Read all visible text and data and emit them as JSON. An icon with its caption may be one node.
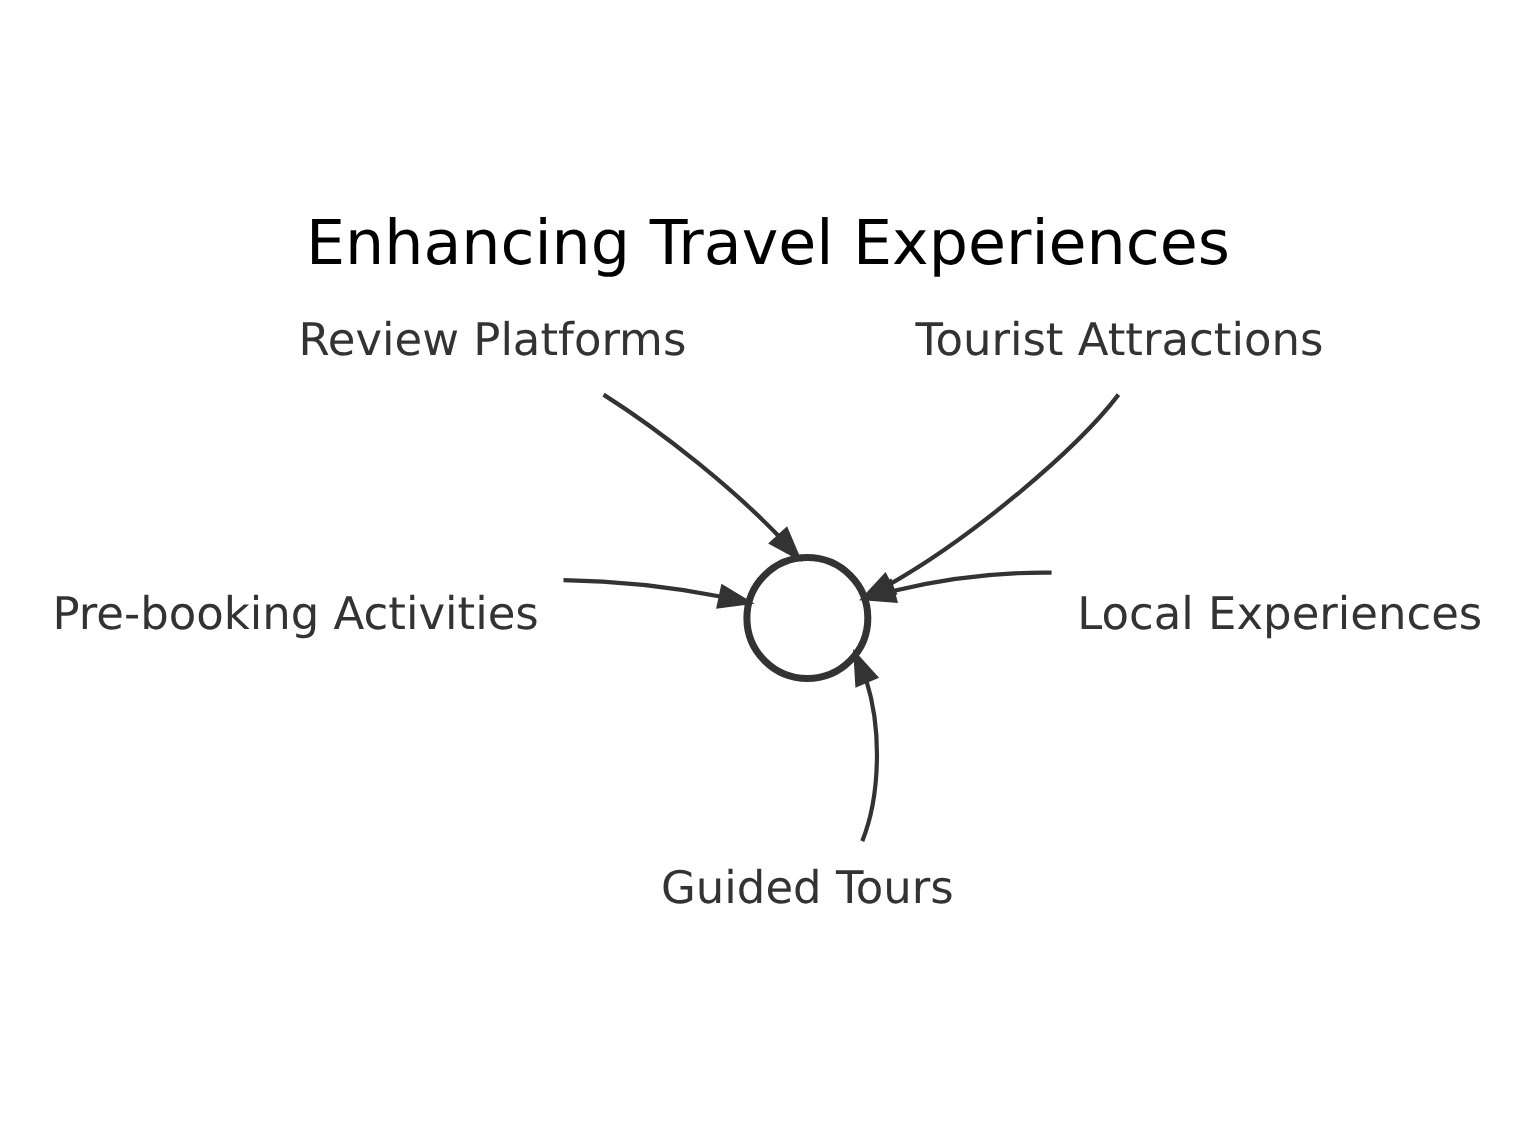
{
  "diagram": {
    "title": "Enhancing Travel Experiences",
    "nodes": [
      {
        "text": [
          "Review Platforms"
        ]
      },
      {
        "text": [
          "Tourist Attractions"
        ]
      },
      {
        "text": [],
        "shape": "globe"
      },
      {
        "text": [
          "Pre-booking Activities"
        ]
      },
      {
        "text": [
          "Local Experiences"
        ]
      },
      {
        "text": [
          "Guided Tours"
        ]
      }
    ],
    "edges": [
      {
        "from": 0,
        "to": 2,
        "arrow": "to"
      },
      {
        "from": 1,
        "to": 2,
        "arrow": "to"
      },
      {
        "from": 3,
        "to": 2,
        "arrow": "to"
      },
      {
        "from": 4,
        "to": 2,
        "arrow": "to"
      },
      {
        "from": 5,
        "to": 2,
        "arrow": "to"
      }
    ]
  }
}
